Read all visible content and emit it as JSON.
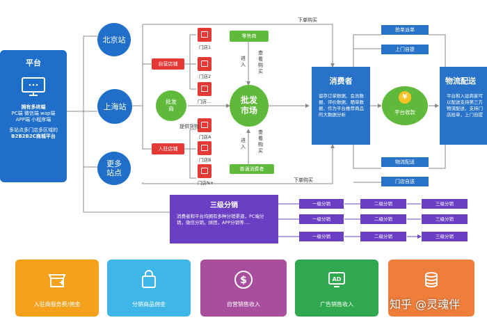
{
  "platform": {
    "title": "平台",
    "lines": [
      "拥有多终端",
      "PC端  微信端  wap端",
      "APP端  小程序端",
      "",
      "多站点多门店多区域的",
      "B2B2B2C商城平台"
    ]
  },
  "stations": {
    "beijing": "北京站",
    "shanghai": "上海站",
    "more": "更多\n站点"
  },
  "stores": {
    "self": "自营店铺",
    "joined": "入驻店铺",
    "self_items": [
      "门店1",
      "门店2",
      "门店..."
    ],
    "joined_items": [
      "门店A",
      "门店B",
      "门店N+"
    ]
  },
  "wholesale": {
    "merchant": "批发\n商",
    "market": "批发\n市场",
    "supply": "提供货物",
    "retailer": "零售商",
    "consumer_small": "普通消费者",
    "enter_top": "进入",
    "view_buy_top": "查看购买",
    "enter_bottom": "进入",
    "view_buy_bottom": "查看购买"
  },
  "flows": {
    "order_top": "下单购买",
    "order_bottom": "下单购买"
  },
  "consumer": {
    "title": "消费者",
    "desc": "留存订单数据、会员数据、评价数据、晒单数据、作为平台推荐商品的大数据分析"
  },
  "delivery_top": [
    "抢单派单",
    "上门自提"
  ],
  "delivery_bottom": [
    "物流配送",
    "门店自送"
  ],
  "payment": {
    "symbol": "¥",
    "label": "平台收款"
  },
  "logistics": {
    "title": "物流配送",
    "desc": "平台和入驻商家可以配送支持第三方物流配送，支持门店抢单，上门自提"
  },
  "distribution": {
    "title": "三级分销",
    "desc": "消费者和平台均拥有多种分销渠道，PC端分销，微信分销，拼团，APP分销等....",
    "level1": "一级分销",
    "level2": "二级分销",
    "level3": "三级分销"
  },
  "revenue": [
    {
      "label": "入驻商服务费/佣金",
      "color": "#f5a11c",
      "icon": "storefront-icon"
    },
    {
      "label": "分销商品佣金",
      "color": "#3fb6e8",
      "icon": "shopping-bag-icon"
    },
    {
      "label": "自营销售收入",
      "color": "#a94d9d",
      "icon": "dollar-coin-icon"
    },
    {
      "label": "广告销售收入",
      "color": "#2fa84f",
      "icon": "ad-screen-icon"
    },
    {
      "label": "",
      "color": "#f07e3b",
      "icon": "coin-stack-icon"
    }
  ],
  "watermark": "知乎 @灵魂伴"
}
